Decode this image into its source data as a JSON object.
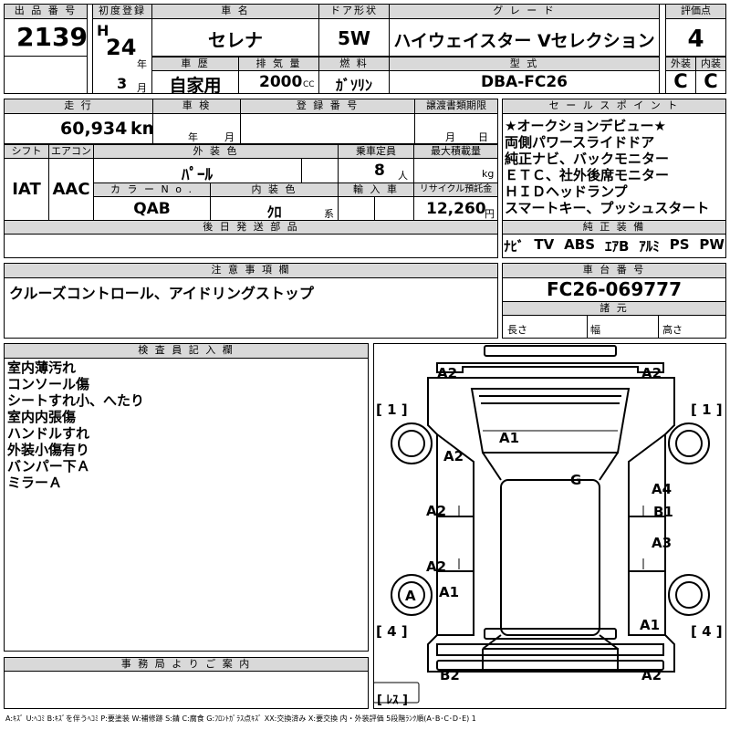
{
  "labels": {
    "lot_no": "出 品 番 号",
    "first_reg": "初度登録",
    "car_name": "車 名",
    "door": "ドア形状",
    "grade": "グ レ ー ド",
    "score": "評価点",
    "history": "車 歴",
    "displacement": "排 気 量",
    "fuel": "燃 料",
    "model": "型 式",
    "exterior": "外装",
    "interior": "内装",
    "year_suffix": "年",
    "month_suffix": "月",
    "cc_unit": "CC",
    "mileage": "走 行",
    "inspection": "車 検",
    "reg_no": "登 録 番 号",
    "transfer_deadline": "譲渡書類期限",
    "shift": "シフト",
    "aircon": "エアコン",
    "ext_color": "外 装 色",
    "capacity": "乗車定員",
    "max_load": "最大積載量",
    "color_no": "カ ラ ー N o .",
    "int_color": "内 装 色",
    "import": "輸 入 車",
    "recycle": "リサイクル預託金",
    "later_parts": "後 日 発 送 部 品",
    "sales_points": "セ ー ル ス ポ イ ン ト",
    "standard_equip": "純 正 装 備",
    "notes": "注 意 事 項 欄",
    "chassis_no": "車 台 番 号",
    "dimensions": "諸 元",
    "inspector_notes": "検 査 員 記 入 欄",
    "office_notes": "事 務 局 よ り ご 案 内",
    "year_unit": "年",
    "month_unit": "月",
    "km_unit": "km",
    "people_unit": "人",
    "kg_unit": "kg",
    "kei": "系",
    "yen_unit": "円",
    "length": "長さ",
    "width": "幅",
    "height": "高さ"
  },
  "vehicle": {
    "lot_no": "2139",
    "era": "H",
    "year": "24",
    "month": "3",
    "car_name": "セレナ",
    "door": "5W",
    "grade": "ハイウェイスター Vセレクション",
    "score": "4",
    "history": "自家用",
    "displacement": "2000",
    "fuel": "ｶﾞｿﾘﾝ",
    "model": "DBA-FC26",
    "exterior": "C",
    "interior": "C",
    "mileage": "60,934",
    "shift": "IAT",
    "aircon": "AAC",
    "ext_color": "ﾊﾟｰﾙ",
    "capacity": "8",
    "color_no": "QAB",
    "int_color": "ｸﾛ",
    "recycle": "12,260",
    "chassis_no": "FC26-069777"
  },
  "sales_points": [
    "★オークションデビュー★",
    "両側パワースライドドア",
    "純正ナビ、バックモニター",
    "ＥＴＣ、社外後席モニター",
    "ＨＩＤヘッドランプ",
    "スマートキー、プッシュスタート"
  ],
  "standard_equipment": [
    "ﾅﾋﾞ",
    "TV",
    "ABS",
    "ｴｱB",
    "ｱﾙﾐ",
    "PS",
    "PW"
  ],
  "notes": "クルーズコントロール、アイドリングストップ",
  "inspector_notes": [
    "室内薄汚れ",
    "コンソール傷",
    "シートすれ小、へたり",
    "室内内張傷",
    "ハンドルすれ",
    "外装小傷有り",
    "バンパー下Ａ",
    "ミラーＡ"
  ],
  "damage_marks": {
    "front_left": "A2",
    "front_right": "A2",
    "hood": "A1",
    "fender_left": "A2",
    "front_door_left": "A2",
    "roof": "G",
    "front_door_right": "A4",
    "front_door_right_b": "B1",
    "rear_door_left": "A2",
    "rear_door_right": "A3",
    "rear_wheel_left": "A",
    "quarter_left": "A1",
    "quarter_right": "A1",
    "rear_left": "B2",
    "rear_right": "A2",
    "tire_fl": "1",
    "tire_fr": "1",
    "tire_rl": "4",
    "tire_rr": "4",
    "spare": "ﾚｽ"
  },
  "legend": "A:ｷｽﾞ  U:ﾍｺﾐ  B:ｷｽﾞを伴うﾍｺﾐ  P:要塗装  W:補修跡  S:錆  C:腐食  G:ﾌﾛﾝﾄｶﾞﾗｽ点ｷｽﾞ  XX:交換済み  X:要交換   内・外装評価  5段階ﾗﾝｸ順(A･B･C･D･E) 1"
}
